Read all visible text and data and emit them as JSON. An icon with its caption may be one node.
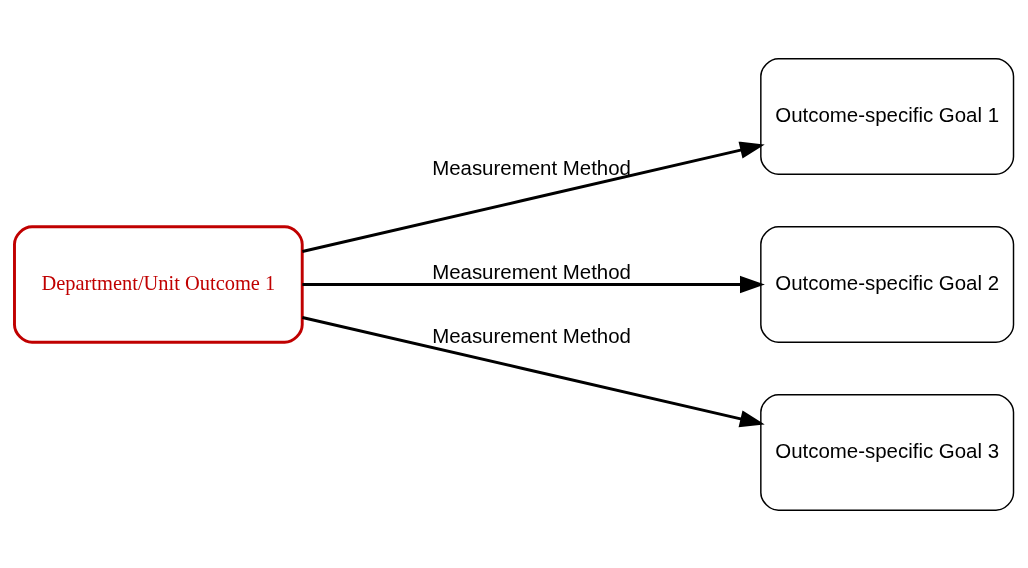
{
  "diagram": {
    "nodes": [
      {
        "text": [
          "Department/Unit Outcome 1"
        ]
      },
      {
        "text": [
          "Outcome-specific Goal 1"
        ]
      },
      {
        "text": [
          "Outcome-specific Goal 2"
        ]
      },
      {
        "text": [
          "Outcome-specific Goal 3"
        ]
      }
    ],
    "edges": [
      {
        "from": 0,
        "to": 1,
        "arrow": "to",
        "label": "Measurement Method"
      },
      {
        "from": 0,
        "to": 2,
        "arrow": "to",
        "label": "Measurement Method"
      },
      {
        "from": 0,
        "to": 3,
        "arrow": "to",
        "label": "Measurement Method"
      }
    ]
  }
}
